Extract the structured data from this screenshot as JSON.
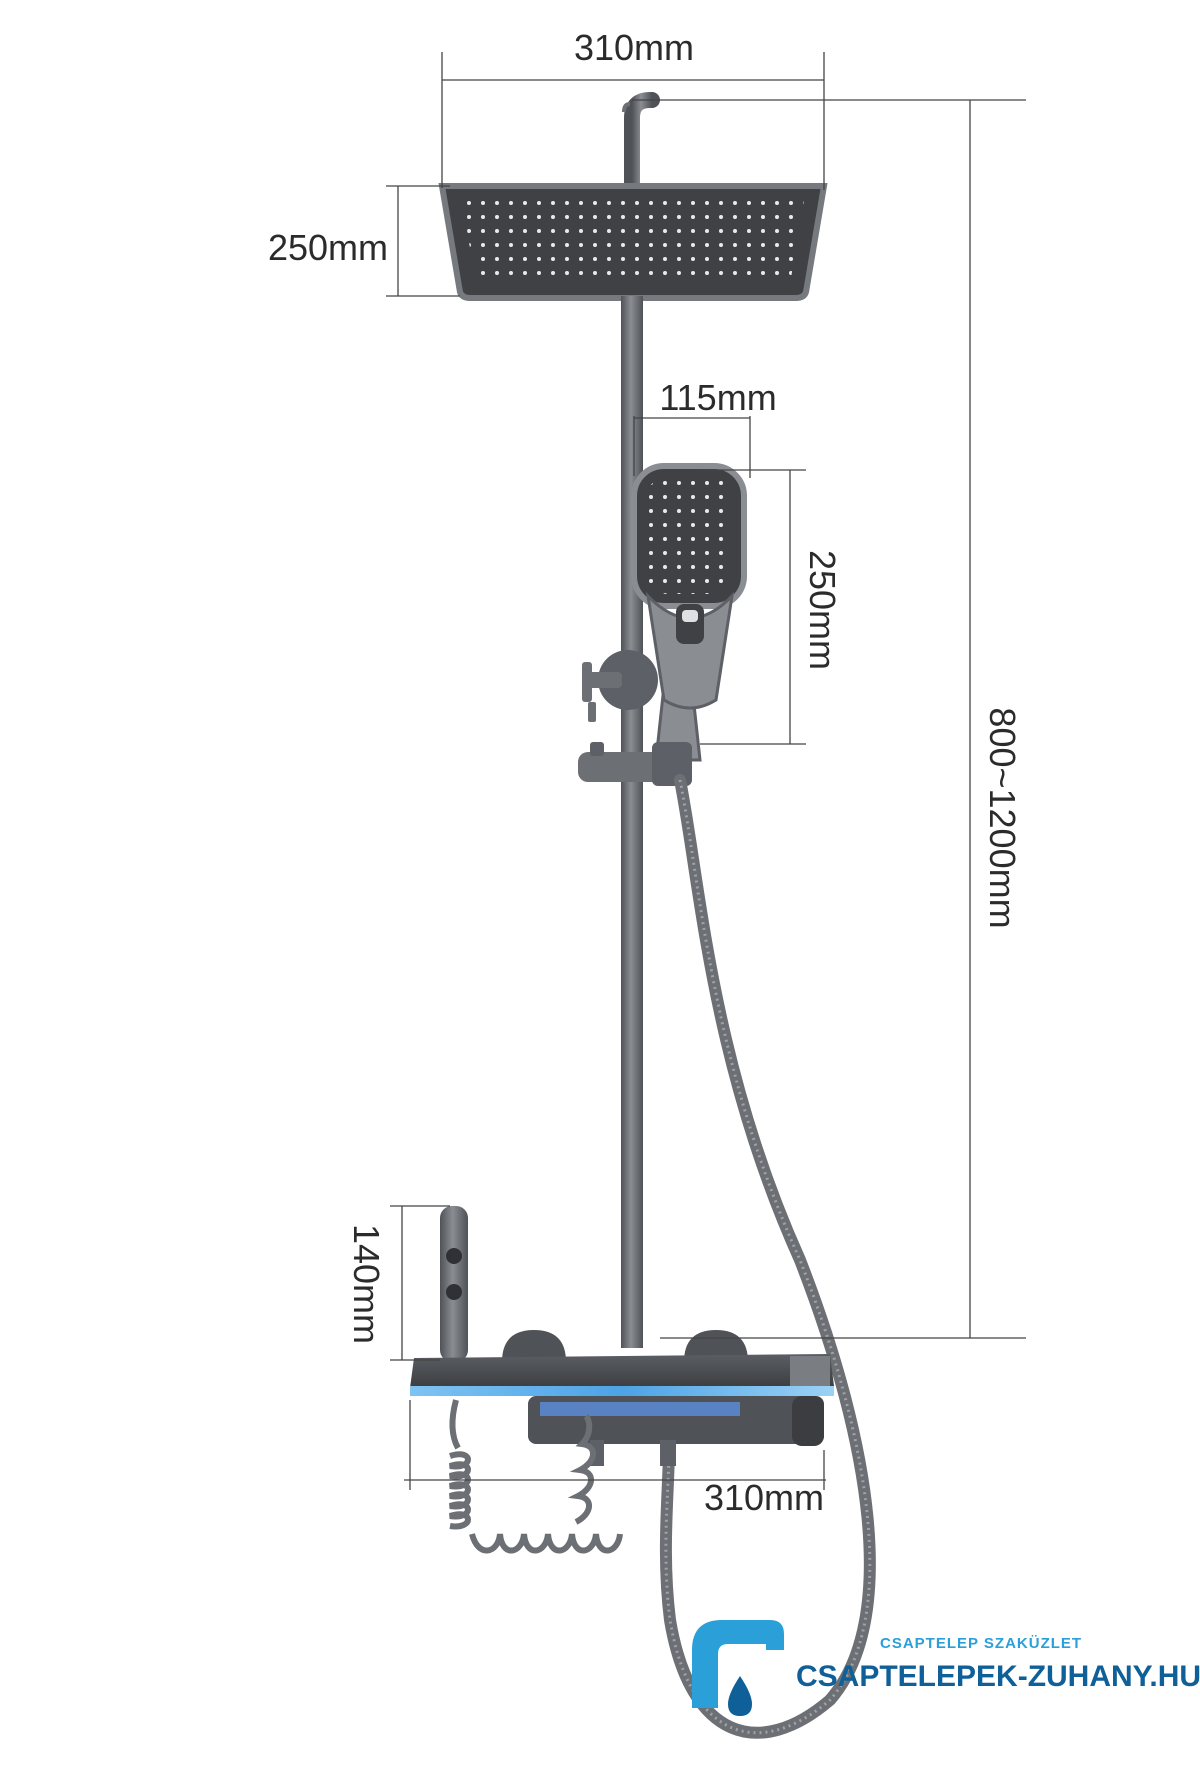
{
  "dimensions": {
    "rain_head_width": "310mm",
    "rain_head_depth": "250mm",
    "hand_shower_width": "115mm",
    "hand_shower_length": "250mm",
    "rail_height": "800~1200mm",
    "spout_height": "140mm",
    "shelf_width": "310mm"
  },
  "brand": {
    "tagline": "CSAPTELEP SZAKÜZLET",
    "name": "CSAPTELEPEK-ZUHANY.HU",
    "logo_icon": "faucet-drop-icon"
  },
  "colors": {
    "metal": "#5d6066",
    "metal_light": "#8a8d92",
    "head_dark": "#3f4145",
    "dimension_line": "#444444",
    "led_blue": "#4da3e6",
    "brand_light_blue": "#2a9fd8",
    "brand_dark_blue": "#0f5f99"
  }
}
